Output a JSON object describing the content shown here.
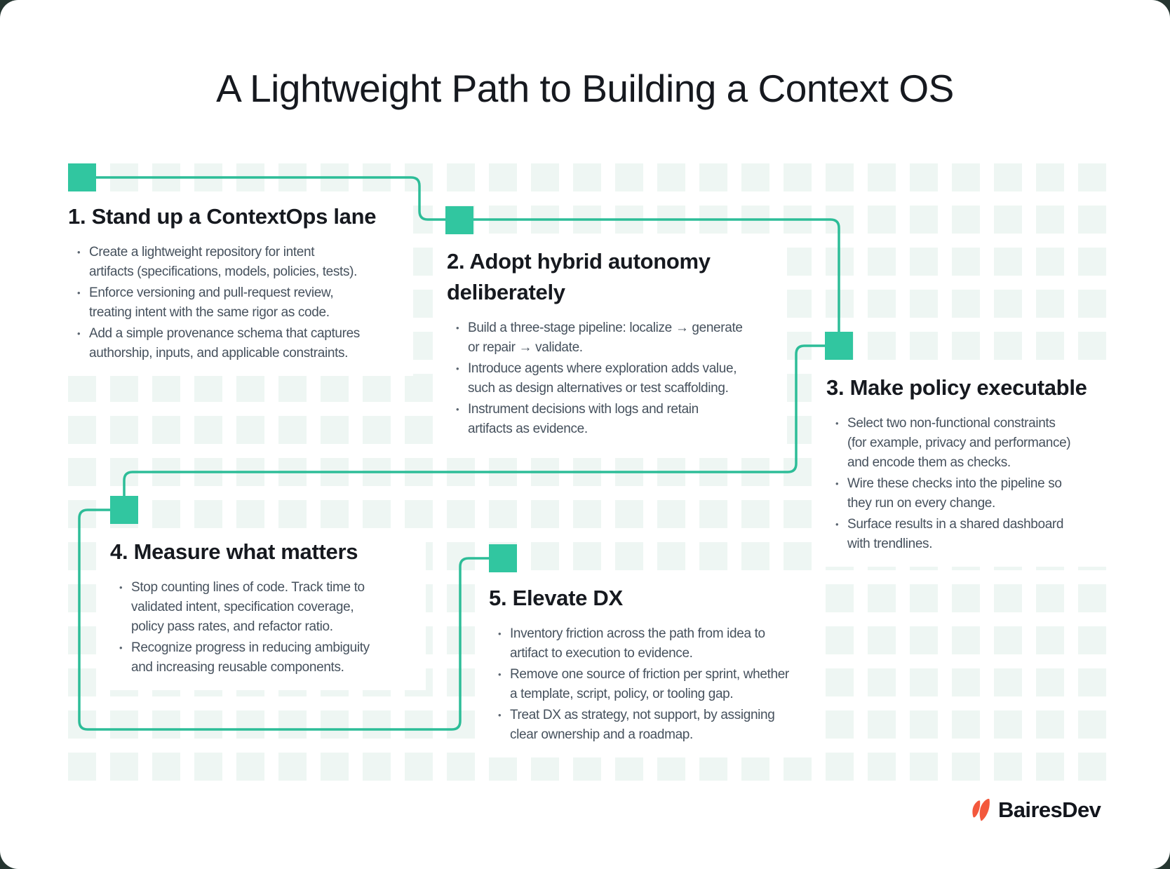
{
  "title": "A Lightweight Path to Building a Context OS",
  "bullet_glyph": "•",
  "colors": {
    "accent": "#31c6a0",
    "line": "#2dbd98",
    "grid": "#eef6f3",
    "ink": "#16191f",
    "body": "#46515d",
    "logo_orange": "#f3583c"
  },
  "sections": [
    {
      "heading": [
        "1. Stand up a ContextOps lane"
      ],
      "bullets": [
        [
          "Create a lightweight repository for intent",
          "artifacts (specifications, models, policies, tests)."
        ],
        [
          "Enforce versioning and pull-request review,",
          "treating intent with the same rigor as code."
        ],
        [
          "Add a simple provenance schema that captures",
          "authorship, inputs, and applicable constraints."
        ]
      ]
    },
    {
      "heading": [
        "2. Adopt hybrid autonomy",
        "deliberately"
      ],
      "bullets": [
        [
          "Build a three-stage pipeline: localize → generate",
          "or repair → validate."
        ],
        [
          "Introduce agents where exploration adds value,",
          "such as design alternatives or test scaffolding."
        ],
        [
          "Instrument decisions with logs and retain",
          "artifacts as evidence."
        ]
      ]
    },
    {
      "heading": [
        "3. Make policy executable"
      ],
      "bullets": [
        [
          "Select two non-functional constraints",
          "(for example, privacy and performance)",
          "and encode them as checks."
        ],
        [
          "Wire these checks into the pipeline so",
          "they run on every change."
        ],
        [
          "Surface results in a shared dashboard",
          "with trendlines."
        ]
      ]
    },
    {
      "heading": [
        "4. Measure what matters"
      ],
      "bullets": [
        [
          "Stop counting lines of code. Track time to",
          "validated intent, specification coverage,",
          "policy pass rates, and refactor ratio."
        ],
        [
          "Recognize progress in reducing ambiguity",
          "and increasing reusable components."
        ]
      ]
    },
    {
      "heading": [
        "5. Elevate DX"
      ],
      "bullets": [
        [
          "Inventory friction across the path from idea to",
          "artifact to execution to evidence."
        ],
        [
          "Remove one source of friction per sprint, whether",
          "a template, script, policy, or tooling gap."
        ],
        [
          "Treat DX as strategy, not support, by assigning",
          "clear ownership and a roadmap."
        ]
      ]
    }
  ],
  "logo": {
    "text": "BairesDev"
  }
}
